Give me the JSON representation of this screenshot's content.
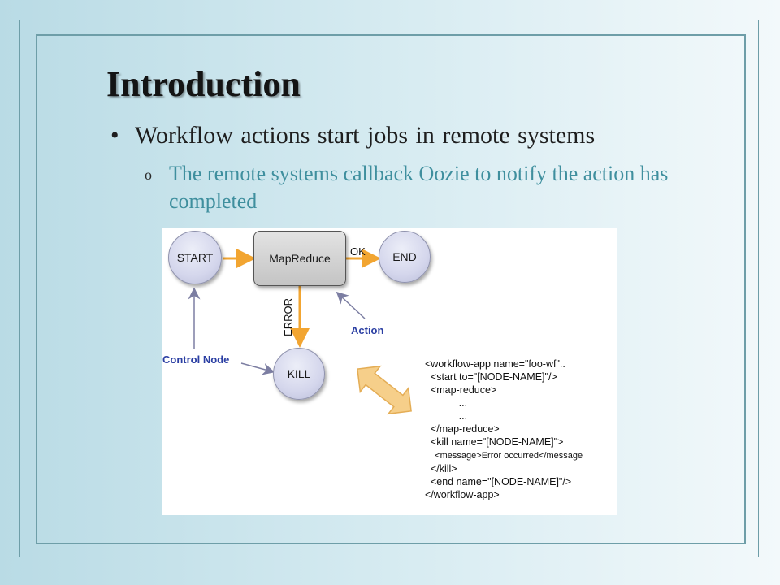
{
  "slide": {
    "title": "Introduction",
    "bullet_1": "Workflow actions start jobs in remote systems",
    "bullet_1_marker": "•",
    "bullet_2": "The remote systems callback Oozie to notify the action has completed",
    "bullet_2_marker": "o"
  },
  "diagram": {
    "nodes": {
      "start": "START",
      "mapreduce": "MapReduce",
      "end": "END",
      "kill": "KILL"
    },
    "edge_labels": {
      "ok": "OK",
      "error": "ERROR"
    },
    "callouts": {
      "action": "Action",
      "control_node": "Control Node"
    },
    "code_lines": [
      "<workflow-app name=\"foo-wf\"..",
      "  <start to=\"[NODE-NAME]\"/>",
      "  <map-reduce>",
      "            ...",
      "            ...",
      "  </map-reduce>",
      "  <kill name=\"[NODE-NAME]\">",
      "    <message>Error occurred</message",
      "  </kill>",
      "  <end name=\"[NODE-NAME]\"/>",
      "</workflow-app>"
    ],
    "colors": {
      "flow_arrow": "#f2a531",
      "callout_arrow": "#7c7ea2",
      "callout_text": "#2b3fa3",
      "double_arrow": "#f6cf8a"
    }
  }
}
